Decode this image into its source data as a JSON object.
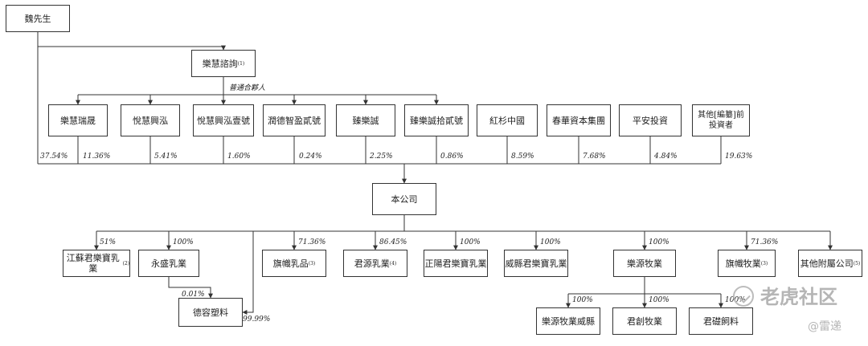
{
  "diagram": {
    "top_person": "魏先生",
    "llc": "樂慧諮詢",
    "llc_note": "(1)",
    "gp_label": "普通合夥人",
    "shareholders": [
      {
        "name": "樂慧瑞晟",
        "pct": "11.36%"
      },
      {
        "name": "悅慧興泓",
        "pct": "5.41%"
      },
      {
        "name": "悅慧興泓壹號",
        "pct": "1.60%"
      },
      {
        "name": "潤德智盈貳號",
        "pct": "0.24%"
      },
      {
        "name": "臻樂誠",
        "pct": "2.25%"
      },
      {
        "name": "臻樂誠拾貳號",
        "pct": "0.86%"
      },
      {
        "name": "紅杉中國",
        "pct": "8.59%"
      },
      {
        "name": "春華資本集團",
        "pct": "7.68%"
      },
      {
        "name": "平安投資",
        "pct": "4.84%"
      },
      {
        "name": "其他[編纂]前投資者",
        "pct": "19.63%"
      }
    ],
    "direct_pct": "37.54%",
    "company": "本公司",
    "subsidiaries": [
      {
        "name": "江蘇君樂寶乳業",
        "note": "(2)",
        "pct": "51%"
      },
      {
        "name": "永盛乳業",
        "note": "",
        "pct": "100%"
      },
      {
        "name": "旗幟乳品",
        "note": "(3)",
        "pct": "71.36%"
      },
      {
        "name": "君源乳業",
        "note": "(4)",
        "pct": "86.45%"
      },
      {
        "name": "正陽君樂寶乳業",
        "note": "",
        "pct": "100%"
      },
      {
        "name": "威縣君樂寶乳業",
        "note": "",
        "pct": "100%"
      },
      {
        "name": "樂源牧業",
        "note": "",
        "pct": "100%"
      },
      {
        "name": "旗幟牧業",
        "note": "(3)",
        "pct": "71.36%"
      },
      {
        "name": "其他附屬公司",
        "note": "(5)",
        "pct": ""
      }
    ],
    "derong": {
      "name": "德容塑料",
      "pct_from_yongsheng": "0.01%",
      "pct_from_company": "99.99%"
    },
    "leyuan_children": [
      {
        "name": "樂源牧業威縣",
        "pct": "100%"
      },
      {
        "name": "君創牧業",
        "pct": "100%"
      },
      {
        "name": "君礎飼料",
        "pct": "100%"
      }
    ]
  },
  "watermark": {
    "text1": "老虎社区",
    "text2": "@雷递"
  }
}
